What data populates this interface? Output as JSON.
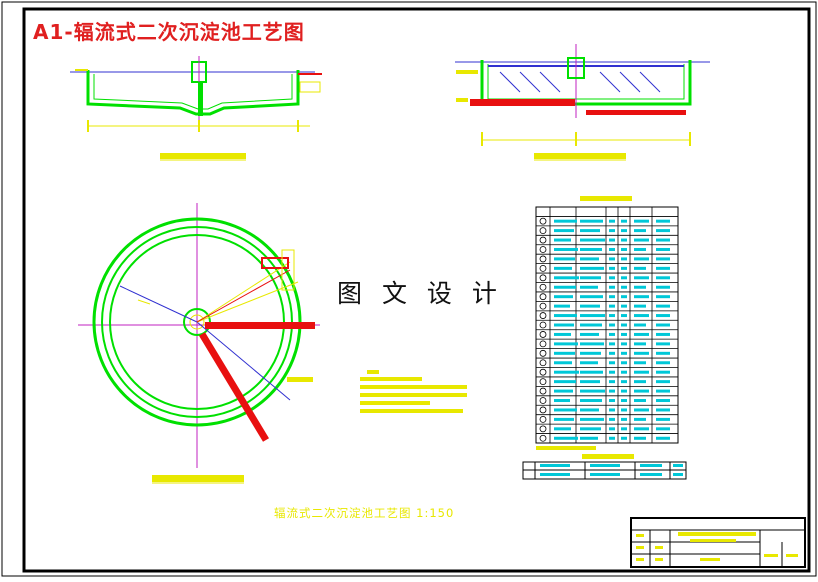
{
  "drawing": {
    "title": "A1-辐流式二次沉淀池工艺图",
    "watermark": "图 文 设 计",
    "bottom_title": "辐流式二次沉淀池工艺图 1:150"
  },
  "colors": {
    "border": "#000000",
    "structure": "#00e000",
    "dimension": "#e8e800",
    "pipe": "#e81010",
    "table_text": "#00c8d8",
    "line_blue": "#3030d0",
    "line_magenta": "#c020c0",
    "title": "#e02020"
  },
  "icons": {
    "north_marker": "crosshair-icon"
  }
}
